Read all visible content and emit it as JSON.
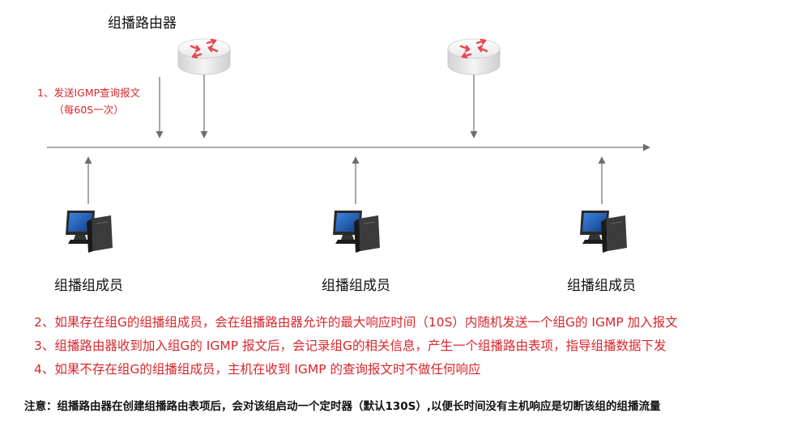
{
  "router_label": "组播路由器",
  "query_step": {
    "line1": "1、发送IGMP查询报文",
    "line2": "（每60S一次）"
  },
  "member_label": "组播组成员",
  "steps": [
    "2、如果存在组G的组播组成员，会在组播路由器允许的最大响应时间（10S）内随机发送一个组G的 IGMP 加入报文",
    "3、组播路由器收到加入组G的 IGMP 报文后，会记录组G的相关信息，产生一个组播路由表项，指导组播数据下发",
    "4、如果不存在组G的组播组成员，主机在收到 IGMP 的查询报文时不做任何响应"
  ],
  "footnote": "注意：组播路由器在创建组播路由表项后，会对该组启动一个定时器（默认130S）,以便长时间没有主机响应是切断该组的组播流量",
  "colors": {
    "accent_red": "#d9262c",
    "line_gray": "#7a7a7a",
    "router_arrow": "#e8474e",
    "screen_blue": "#1f5fb8"
  },
  "icons": [
    "router-icon",
    "computer-icon"
  ]
}
